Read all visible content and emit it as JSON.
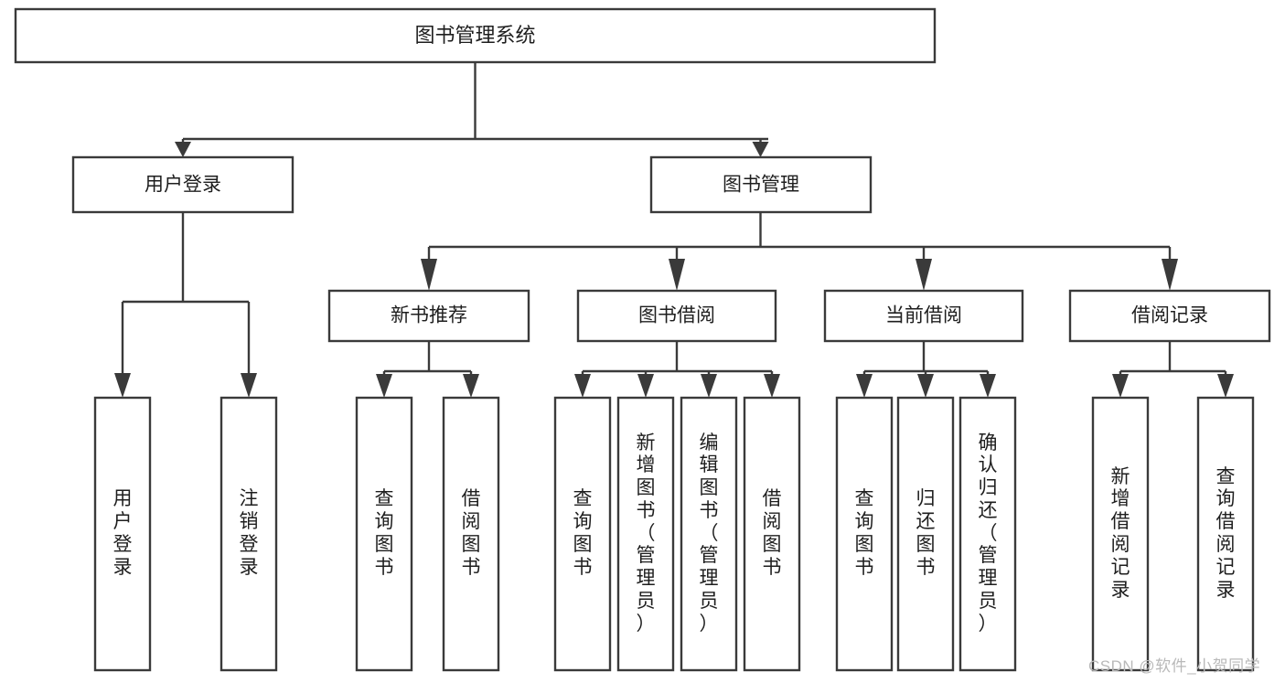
{
  "diagram": {
    "title": "图书管理系统",
    "type": "hierarchy-tree",
    "watermark": "CSDN @软件_小贺同学",
    "colors": {
      "stroke": "#3a3a3a",
      "box_fill": "#ffffff",
      "text": "#1e1e1e",
      "background": "#ffffff",
      "watermark": "#b9b9b9"
    },
    "root": {
      "label": "图书管理系统"
    },
    "level2": [
      {
        "label": "用户登录"
      },
      {
        "label": "图书管理"
      }
    ],
    "level3": [
      {
        "label": "新书推荐"
      },
      {
        "label": "图书借阅"
      },
      {
        "label": "当前借阅"
      },
      {
        "label": "借阅记录"
      }
    ],
    "leaves": {
      "user_login": [
        {
          "label": "用户登录"
        },
        {
          "label": "注销登录"
        }
      ],
      "new_book_recommend": [
        {
          "label": "查询图书"
        },
        {
          "label": "借阅图书"
        }
      ],
      "book_borrow": [
        {
          "label": "查询图书"
        },
        {
          "label": "新增图书（管理员）"
        },
        {
          "label": "编辑图书（管理员）"
        },
        {
          "label": "借阅图书"
        }
      ],
      "current_borrow": [
        {
          "label": "查询图书"
        },
        {
          "label": "归还图书"
        },
        {
          "label": "确认归还（管理员）"
        }
      ],
      "borrow_record": [
        {
          "label": "新增借阅记录"
        },
        {
          "label": "查询借阅记录"
        }
      ]
    }
  }
}
